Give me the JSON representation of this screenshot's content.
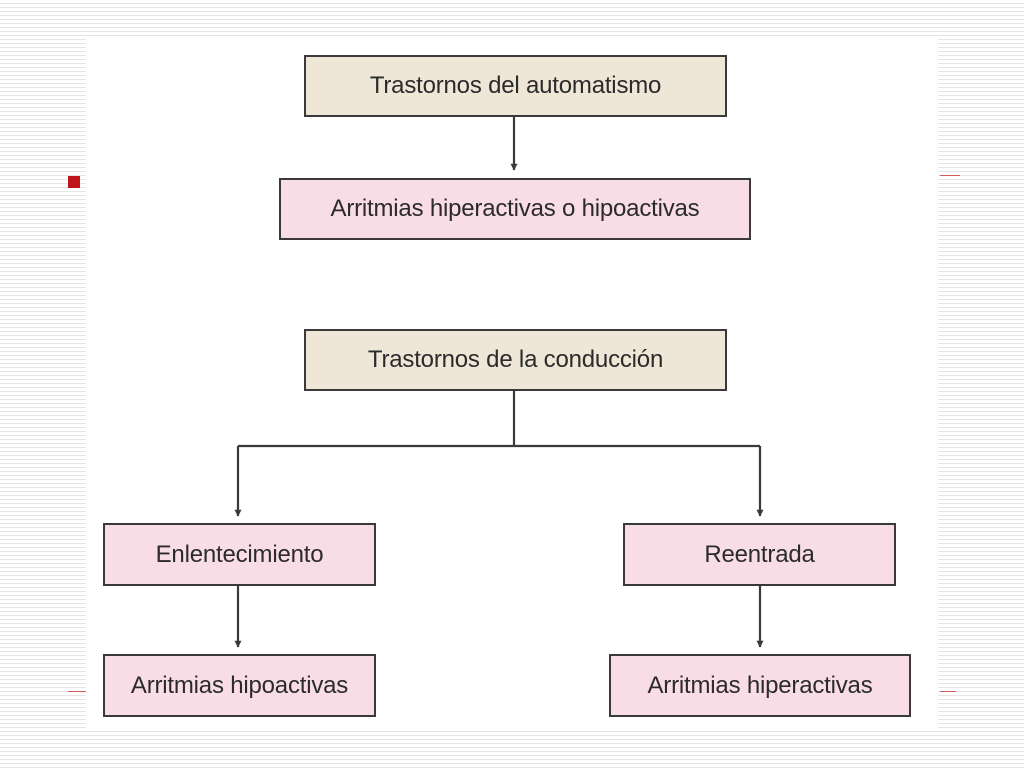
{
  "diagram": {
    "nodes": {
      "automatism": "Trastornos del automatismo",
      "automatism_result": "Arritmias hiperactivas o hipoactivas",
      "conduction": "Trastornos de la conducción",
      "slowing": "Enlentecimiento",
      "reentry": "Reentrada",
      "slowing_result": "Arritmias hipoactivas",
      "reentry_result": "Arritmias hiperactivas"
    }
  },
  "colors": {
    "beige_fill": "#eee6d6",
    "pink_fill": "#f9dde6",
    "border": "#3a3a3a",
    "bullet_red": "#c0141c"
  }
}
